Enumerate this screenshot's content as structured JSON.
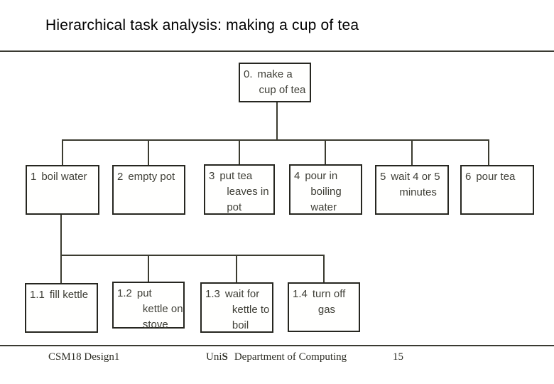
{
  "title": "Hierarchical task analysis: making a cup of tea",
  "nodes": {
    "root": {
      "prefix": "0.",
      "lines": [
        "make a",
        "cup of tea"
      ]
    },
    "n1": {
      "prefix": "1",
      "lines": [
        "boil water"
      ]
    },
    "n2": {
      "prefix": "2",
      "lines": [
        "empty pot"
      ]
    },
    "n3": {
      "prefix": "3",
      "lines": [
        "put tea",
        "leaves in",
        "pot"
      ]
    },
    "n4": {
      "prefix": "4",
      "lines": [
        "pour in",
        "boiling",
        "water"
      ]
    },
    "n5": {
      "prefix": "5",
      "lines": [
        "wait 4 or 5",
        "minutes"
      ]
    },
    "n6": {
      "prefix": "6",
      "lines": [
        "pour tea"
      ]
    },
    "n11": {
      "prefix": "1.1",
      "lines": [
        "fill kettle"
      ]
    },
    "n12": {
      "prefix": "1.2",
      "lines": [
        "put",
        "kettle on",
        "stove"
      ]
    },
    "n13": {
      "prefix": "1.3",
      "lines": [
        "wait for",
        "kettle to",
        "boil"
      ]
    },
    "n14": {
      "prefix": "1.4",
      "lines": [
        "turn off",
        "gas"
      ]
    }
  },
  "footer": {
    "left": "CSM18 Design1",
    "center_uni": "Uni",
    "center_s": "S",
    "center_rest": "Department of Computing",
    "page": "15"
  },
  "colors": {
    "connector_line": "#3b3b30",
    "box_border": "#262620",
    "box_text": "#3f3f37",
    "title_text": "#000000",
    "footer_text": "#2e2e26"
  }
}
